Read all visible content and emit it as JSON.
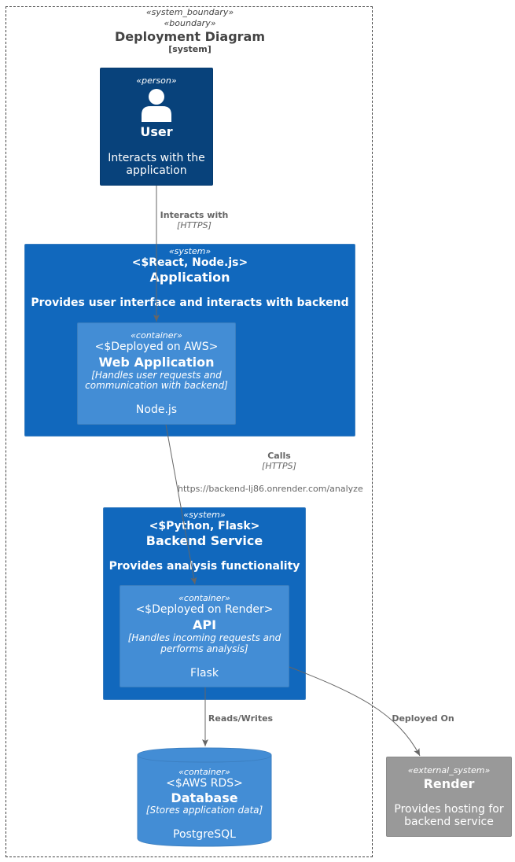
{
  "boundary": {
    "stereotype1": "«system_boundary»",
    "stereotype2": "«boundary»",
    "title": "Deployment Diagram",
    "tech": "[system]"
  },
  "user": {
    "stereotype": "«person»",
    "name": "User",
    "desc_line1": "Interacts with the",
    "desc_line2": "application",
    "icon": "person-icon"
  },
  "app_system": {
    "stereotype": "«system»",
    "tech": "<$React, Node.js>",
    "name": "Application",
    "desc": "Provides user interface and interacts with backend"
  },
  "web_app": {
    "stereotype": "«container»",
    "deploy": "<$Deployed on AWS>",
    "name": "Web Application",
    "desc_line1": "[Handles user requests and",
    "desc_line2": "communication with backend]",
    "tech": "Node.js"
  },
  "backend_system": {
    "stereotype": "«system»",
    "tech": "<$Python, Flask>",
    "name": "Backend Service",
    "desc": "Provides analysis functionality"
  },
  "api": {
    "stereotype": "«container»",
    "deploy": "<$Deployed on Render>",
    "name": "API",
    "desc_line1": "[Handles incoming requests and",
    "desc_line2": "performs analysis]",
    "tech": "Flask"
  },
  "database": {
    "stereotype": "«container»",
    "deploy": "<$AWS RDS>",
    "name": "Database",
    "desc": "[Stores application data]",
    "tech": "PostgreSQL"
  },
  "render": {
    "stereotype": "«external_system»",
    "name": "Render",
    "desc_line1": "Provides hosting for",
    "desc_line2": "backend service"
  },
  "relations": {
    "interacts": {
      "label": "Interacts with",
      "tech": "[HTTPS]"
    },
    "calls": {
      "label": "Calls",
      "tech": "[HTTPS]",
      "url": "https://backend-lj86.onrender.com/analyze"
    },
    "reads": {
      "label": "Reads/Writes"
    },
    "deployed": {
      "label": "Deployed On"
    }
  },
  "colors": {
    "person": "#08427B",
    "system": "#1168BD",
    "container": "#438DD5",
    "external": "#999999",
    "arrow": "#666666"
  }
}
